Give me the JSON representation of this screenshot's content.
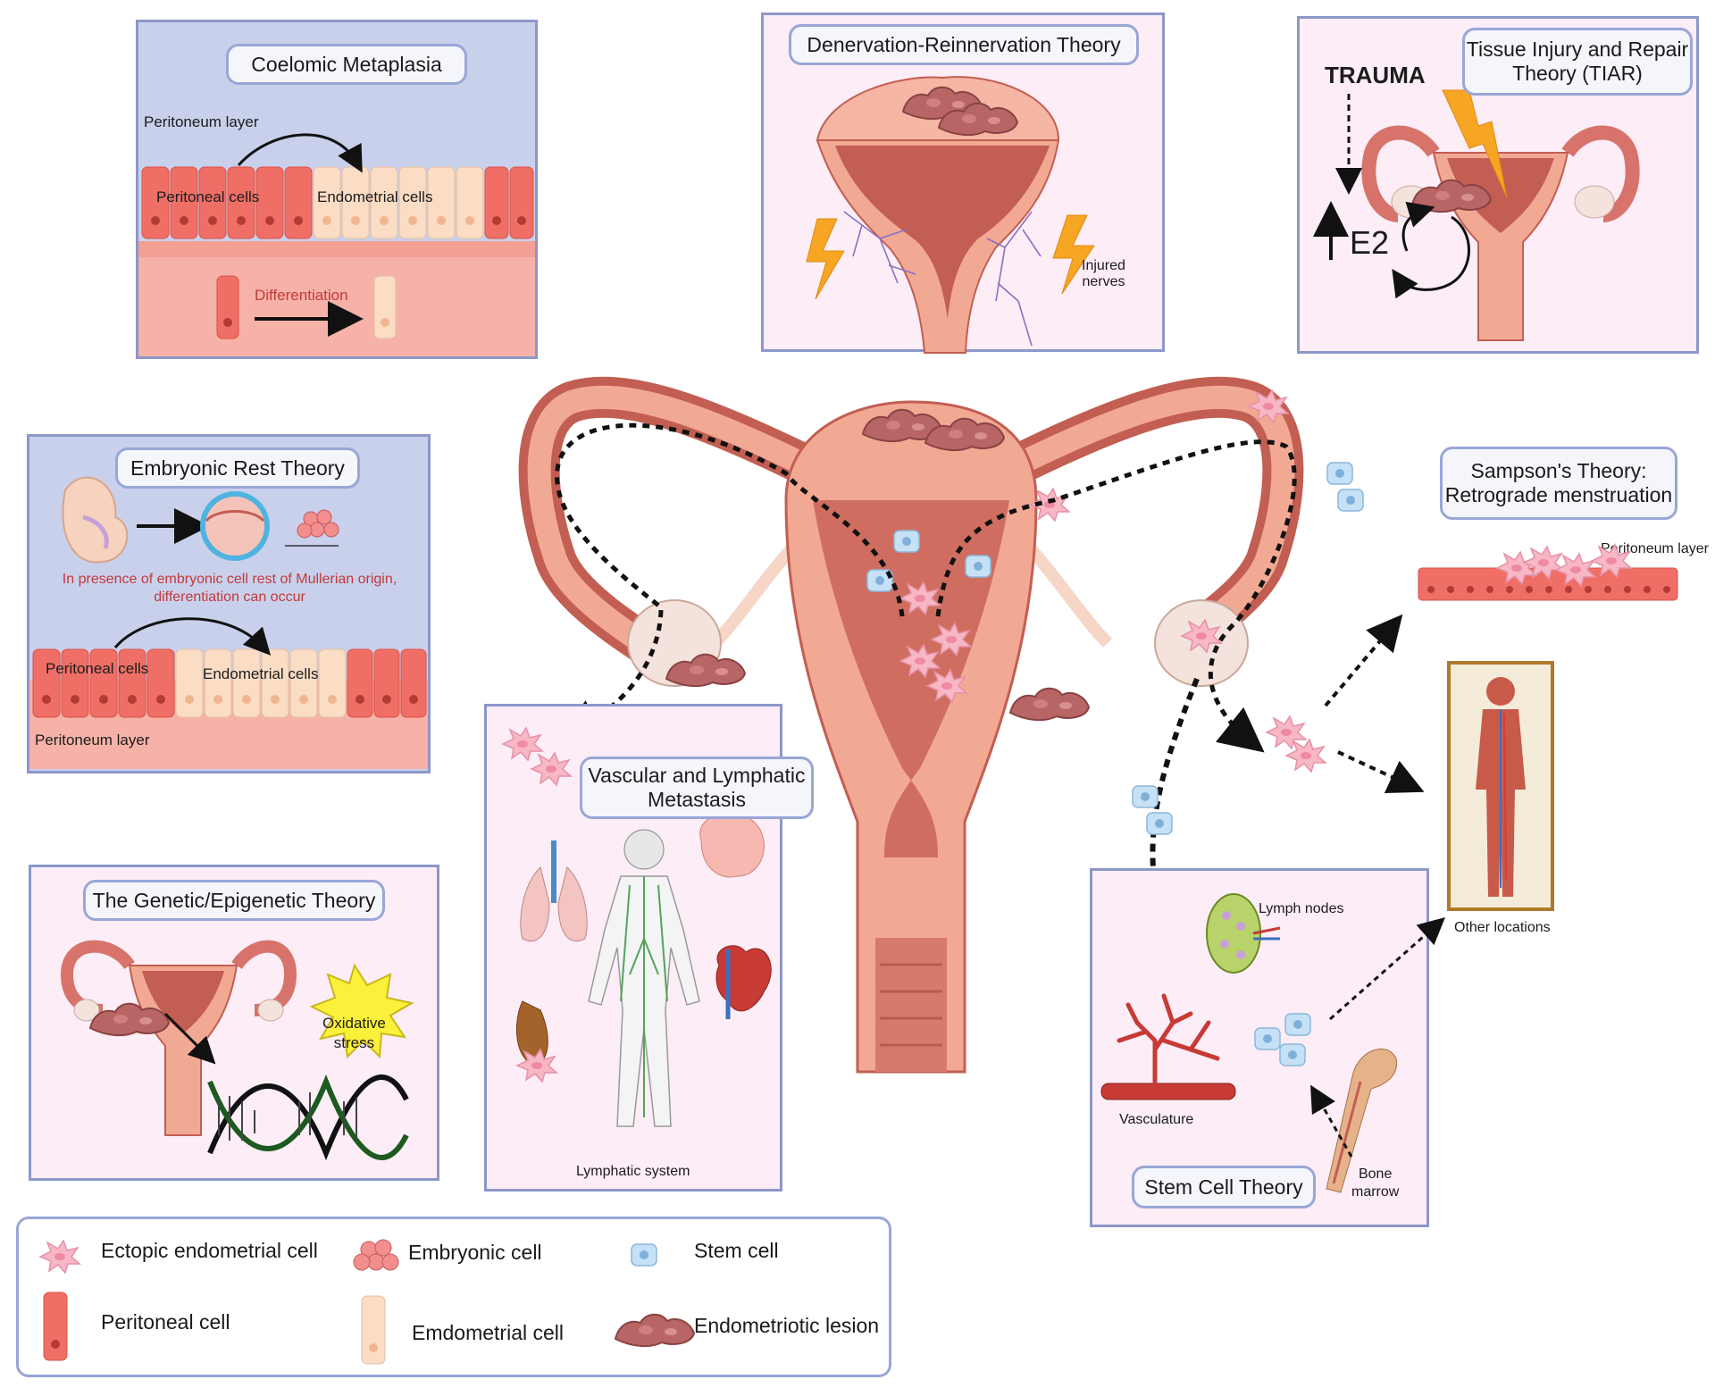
{
  "coelomic": {
    "title": "Coelomic Metaplasia",
    "layer": "Peritoneum layer",
    "peritoneal": "Peritoneal cells",
    "endometrial": "Endometrial cells",
    "differentiation": "Differentiation"
  },
  "denervation": {
    "title": "Denervation-Reinnervation Theory",
    "nerves": "Injured\nnerves"
  },
  "tiar": {
    "title": "Tissue Injury and Repair\nTheory (TIAR)",
    "trauma": "TRAUMA",
    "e2": "E2"
  },
  "embryonic": {
    "title": "Embryonic Rest Theory",
    "note": "In presence of embryonic cell rest of Mullerian origin,\ndifferentiation can occur",
    "peritoneal": "Peritoneal cells",
    "endometrial": "Endometrial cells",
    "layer": "Peritoneum layer"
  },
  "sampson": {
    "title": "Sampson's Theory:\nRetrograde menstruation",
    "layer": "Peritoneum layer",
    "other": "Other locations"
  },
  "vascular": {
    "title": "Vascular and Lymphatic\nMetastasis",
    "lymphatic": "Lymphatic system"
  },
  "genetic": {
    "title": "The Genetic/Epigenetic Theory",
    "stress": "Oxidative\nstress"
  },
  "stem": {
    "title": "Stem Cell Theory",
    "lymph": "Lymph nodes",
    "vasculature": "Vasculature",
    "bone": "Bone\nmarrow"
  },
  "legend": {
    "ectopic": "Ectopic endometrial cell",
    "embryonic": "Embryonic cell",
    "stem": "Stem cell",
    "peritoneal": "Peritoneal cell",
    "endometrial": "Emdometrial cell",
    "lesion": "Endometriotic lesion"
  },
  "colors": {
    "panel_border": "#8d97c9",
    "panel_blue": "#c9d0ec",
    "panel_pink": "#fcedf7",
    "peritoneal_cell": "#ef6f66",
    "endometrial_cell": "#fbdcc4",
    "lesion": "#b85f5f",
    "uterus": "#f2a994",
    "uterus_dark": "#c25e52",
    "stem_cell": "#b8d8f2",
    "text_red": "#c23a3a"
  }
}
